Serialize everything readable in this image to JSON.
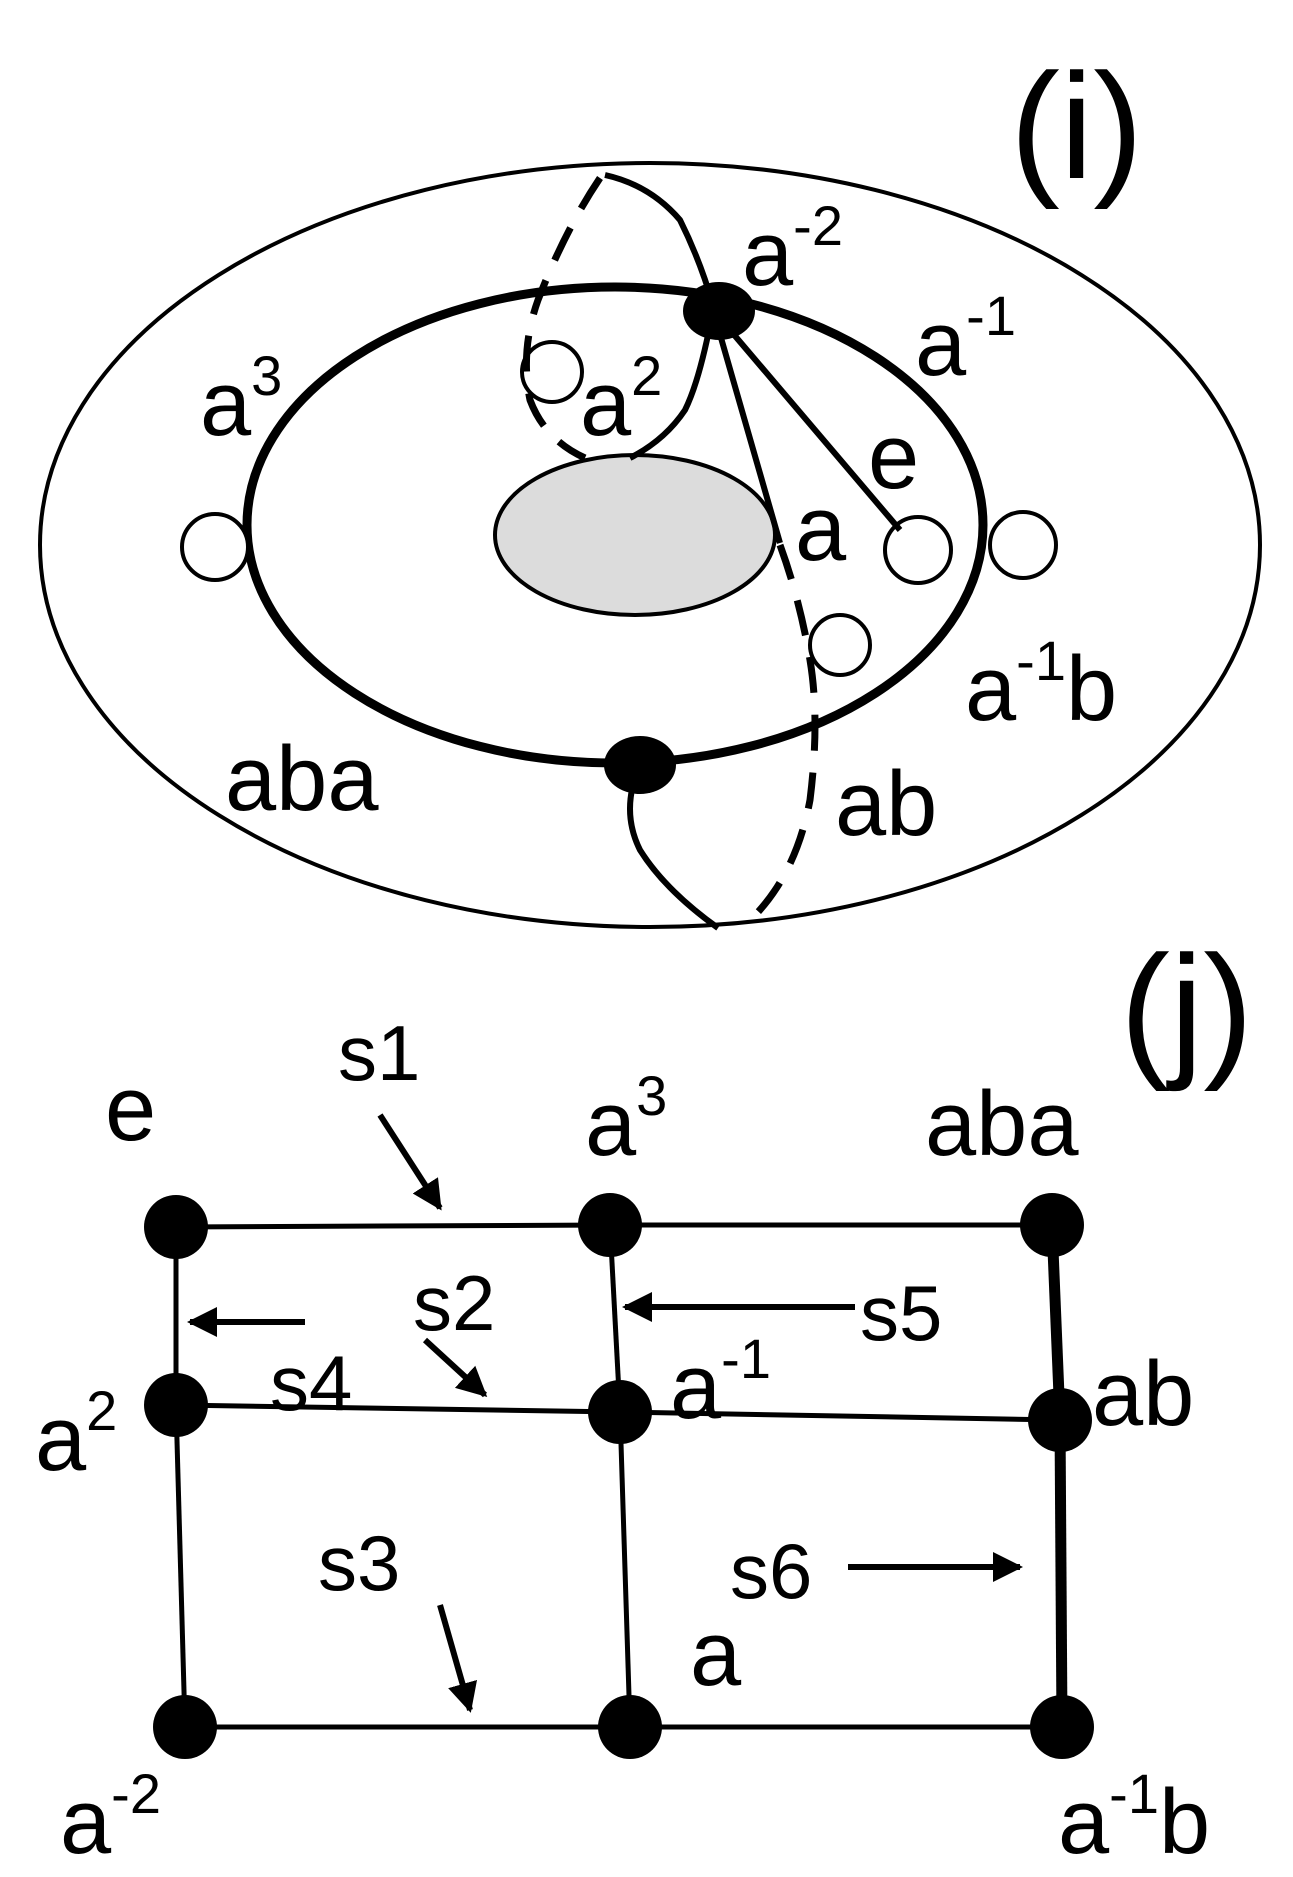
{
  "panel_i": {
    "label": "(i)",
    "labels": {
      "a_neg2": {
        "base": "a",
        "sup": "-2"
      },
      "a_neg1": {
        "base": "a",
        "sup": "-1"
      },
      "a3": {
        "base": "a",
        "sup": "3"
      },
      "a2": {
        "base": "a",
        "sup": "2"
      },
      "e": "e",
      "a": "a",
      "a_neg1_b": {
        "base": "a",
        "sup": "-1",
        "tail": "b"
      },
      "aba": "aba",
      "ab": "ab"
    }
  },
  "panel_j": {
    "label": "(j)",
    "nodes": {
      "e": "e",
      "a3": {
        "base": "a",
        "sup": "3"
      },
      "aba": "aba",
      "a2": {
        "base": "a",
        "sup": "2"
      },
      "a_neg1": {
        "base": "a",
        "sup": "-1"
      },
      "ab": "ab",
      "a_neg2": {
        "base": "a",
        "sup": "-2"
      },
      "a": "a",
      "a_neg1_b": {
        "base": "a",
        "sup": "-1",
        "tail": "b"
      }
    },
    "arrows": [
      "s1",
      "s2",
      "s3",
      "s4",
      "s5",
      "s6"
    ]
  },
  "colors": {
    "stroke": "#000000",
    "hole_fill": "#dcdcdc",
    "background": "#ffffff"
  }
}
